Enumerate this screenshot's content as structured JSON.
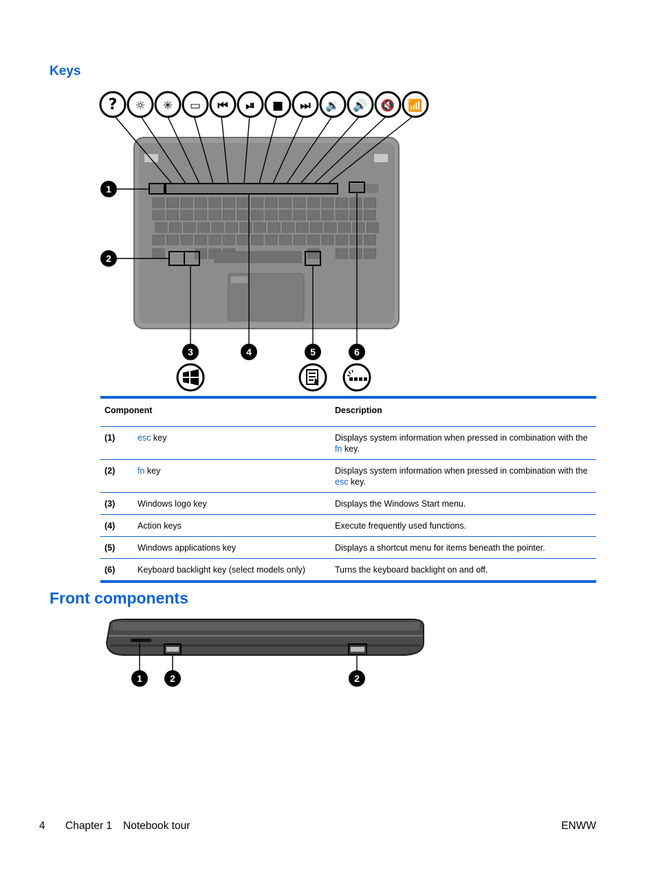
{
  "sections": {
    "keys_heading": "Keys",
    "front_heading": "Front components"
  },
  "figure_keys": {
    "callouts": [
      "1",
      "2",
      "3",
      "4",
      "5",
      "6"
    ],
    "action_key_icons": [
      "help-icon",
      "brightness-down-icon",
      "brightness-up-icon",
      "display-switch-icon",
      "previous-track-icon",
      "play-pause-icon",
      "stop-icon",
      "next-track-icon",
      "volume-down-icon",
      "volume-up-icon",
      "mute-icon",
      "wireless-icon"
    ],
    "bottom_icons": [
      "windows-logo-icon",
      "applications-menu-icon",
      "keyboard-backlight-icon"
    ]
  },
  "table": {
    "headers": {
      "component": "Component",
      "description": "Description"
    },
    "rows": [
      {
        "num": "(1)",
        "name_pre": "",
        "name_link": "esc",
        "name_post": " key",
        "desc_pre": "Displays system information when pressed in combination with the ",
        "desc_link": "fn",
        "desc_post": " key."
      },
      {
        "num": "(2)",
        "name_pre": "",
        "name_link": "fn",
        "name_post": " key",
        "desc_pre": "Displays system information when pressed in combination with the ",
        "desc_link": "esc",
        "desc_post": " key."
      },
      {
        "num": "(3)",
        "name_pre": "Windows logo key",
        "name_link": "",
        "name_post": "",
        "desc_pre": "Displays the Windows Start menu.",
        "desc_link": "",
        "desc_post": ""
      },
      {
        "num": "(4)",
        "name_pre": "Action keys",
        "name_link": "",
        "name_post": "",
        "desc_pre": "Execute frequently used functions.",
        "desc_link": "",
        "desc_post": ""
      },
      {
        "num": "(5)",
        "name_pre": "Windows applications key",
        "name_link": "",
        "name_post": "",
        "desc_pre": "Displays a shortcut menu for items beneath the pointer.",
        "desc_link": "",
        "desc_post": ""
      },
      {
        "num": "(6)",
        "name_pre": "Keyboard backlight key (select models only)",
        "name_link": "",
        "name_post": "",
        "desc_pre": "Turns the keyboard backlight on and off.",
        "desc_link": "",
        "desc_post": ""
      }
    ]
  },
  "figure_front": {
    "callouts": [
      "1",
      "2",
      "2"
    ]
  },
  "footer": {
    "page_number": "4",
    "chapter": "Chapter 1",
    "chapter_title": "Notebook tour",
    "doc_id": "ENWW"
  },
  "colors": {
    "accent": "#0a62d8"
  }
}
